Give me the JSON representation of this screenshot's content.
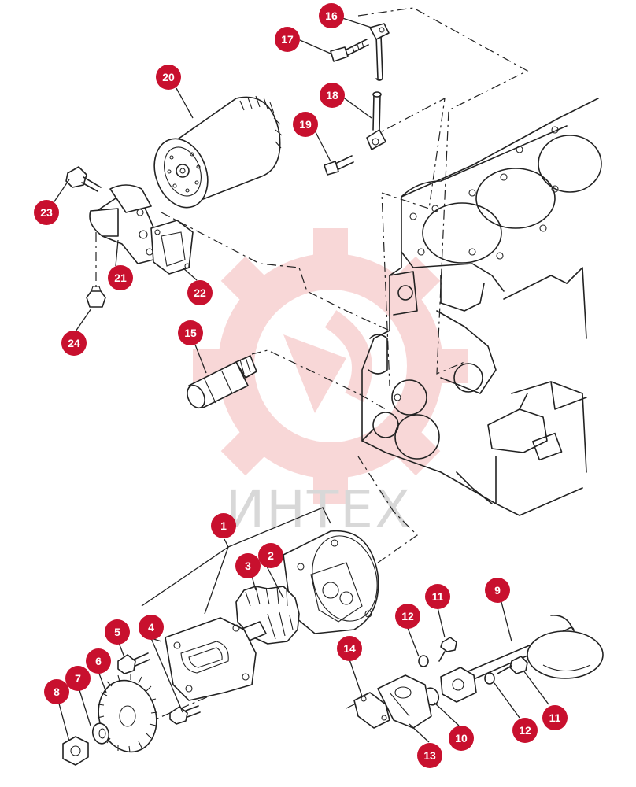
{
  "watermark": {
    "text": "ИНТЕХ",
    "color": "#f3b8b8",
    "text_color": "#d8d8d8"
  },
  "callout_color": "#c8102e",
  "callouts": [
    {
      "id": "c1",
      "label": "1"
    },
    {
      "id": "c2",
      "label": "2"
    },
    {
      "id": "c3",
      "label": "3"
    },
    {
      "id": "c4",
      "label": "4"
    },
    {
      "id": "c5",
      "label": "5"
    },
    {
      "id": "c6",
      "label": "6"
    },
    {
      "id": "c7",
      "label": "7"
    },
    {
      "id": "c8",
      "label": "8"
    },
    {
      "id": "c9",
      "label": "9"
    },
    {
      "id": "c10",
      "label": "10"
    },
    {
      "id": "c11a",
      "label": "11"
    },
    {
      "id": "c11b",
      "label": "11"
    },
    {
      "id": "c12a",
      "label": "12"
    },
    {
      "id": "c12b",
      "label": "12"
    },
    {
      "id": "c13",
      "label": "13"
    },
    {
      "id": "c14",
      "label": "14"
    },
    {
      "id": "c15",
      "label": "15"
    },
    {
      "id": "c16",
      "label": "16"
    },
    {
      "id": "c17",
      "label": "17"
    },
    {
      "id": "c18",
      "label": "18"
    },
    {
      "id": "c19",
      "label": "19"
    },
    {
      "id": "c20",
      "label": "20"
    },
    {
      "id": "c21",
      "label": "21"
    },
    {
      "id": "c22",
      "label": "22"
    },
    {
      "id": "c23",
      "label": "23"
    },
    {
      "id": "c24",
      "label": "24"
    }
  ]
}
